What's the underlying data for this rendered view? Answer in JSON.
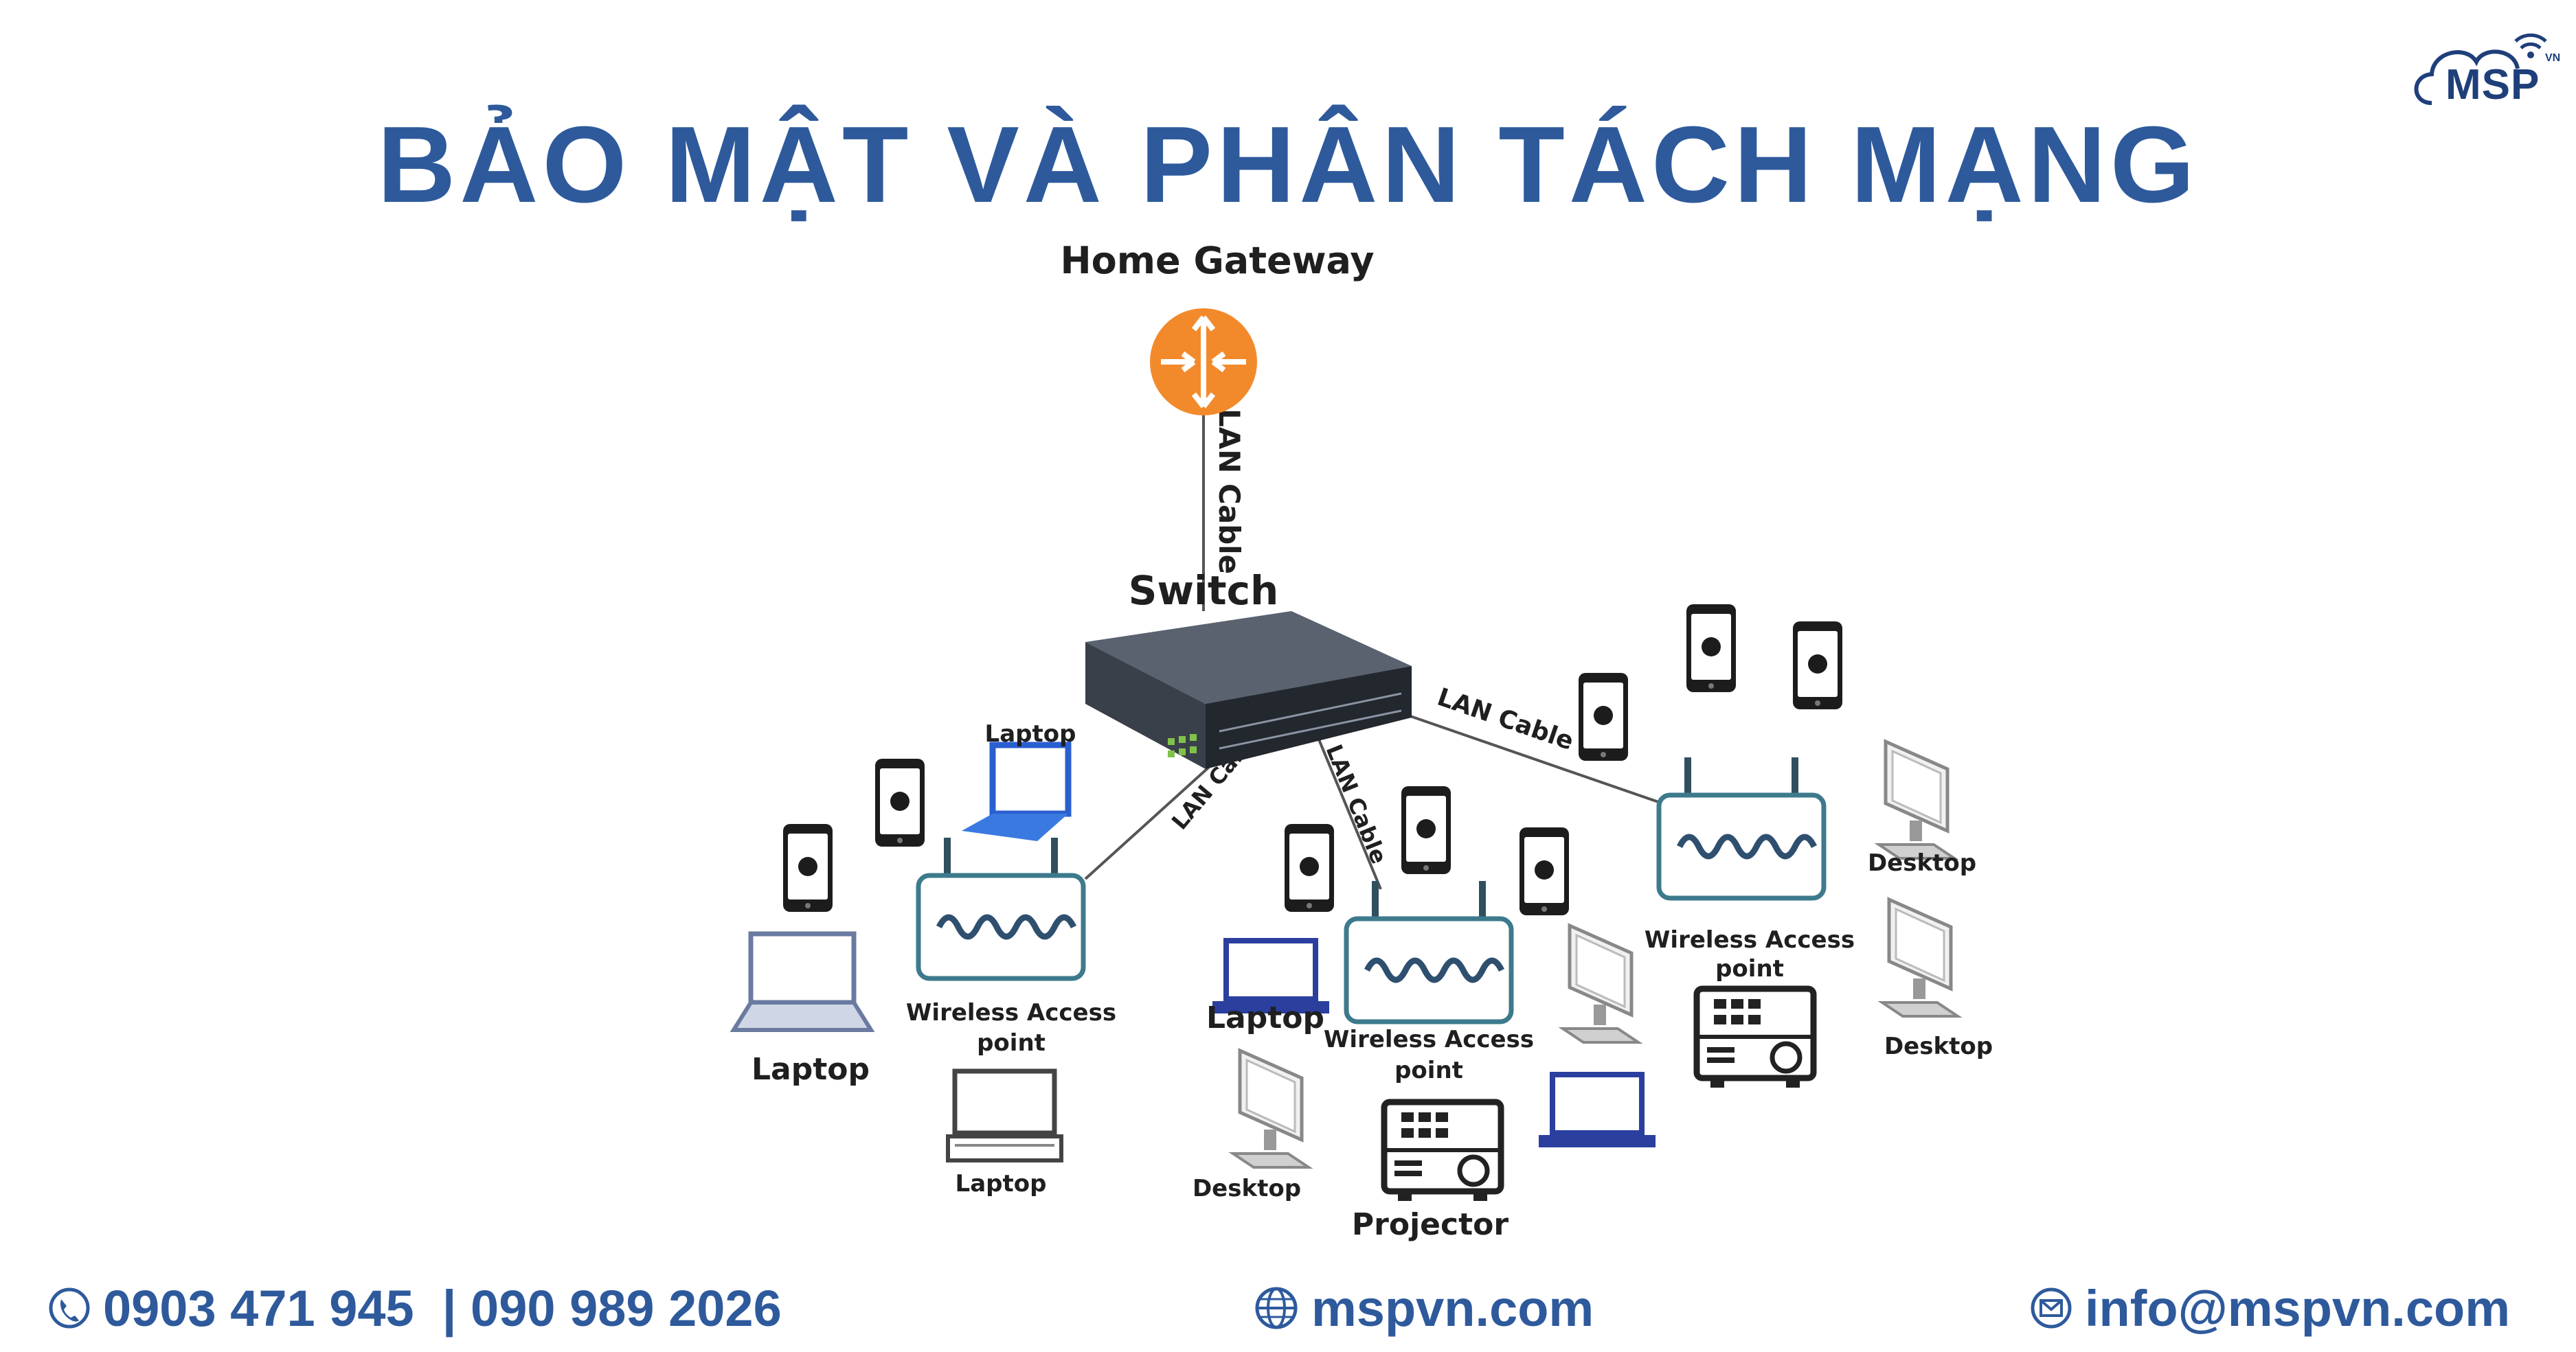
{
  "header": {
    "title": "BẢO MẬT VÀ PHÂN TÁCH MẠNG",
    "logo_text": "MSP",
    "logo_sup": "VN"
  },
  "diagram": {
    "gateway_label": "Home Gateway",
    "switch_label": "Switch",
    "lan_cable_label": "LAN Cable",
    "ap_label_line1": "Wireless Access",
    "ap_label_line2": "point",
    "laptop_label": "Laptop",
    "desktop_label": "Desktop",
    "projector_label": "Projector"
  },
  "footer": {
    "phone": "0903 471 945  | 090 989 2026",
    "website": "mspvn.com",
    "email": "info@mspvn.com"
  },
  "colors": {
    "title": "#2e5a9c",
    "router": "#f28a2b",
    "ap_border": "#3d7a8c",
    "laptop_blue": "#2a3f9e"
  }
}
